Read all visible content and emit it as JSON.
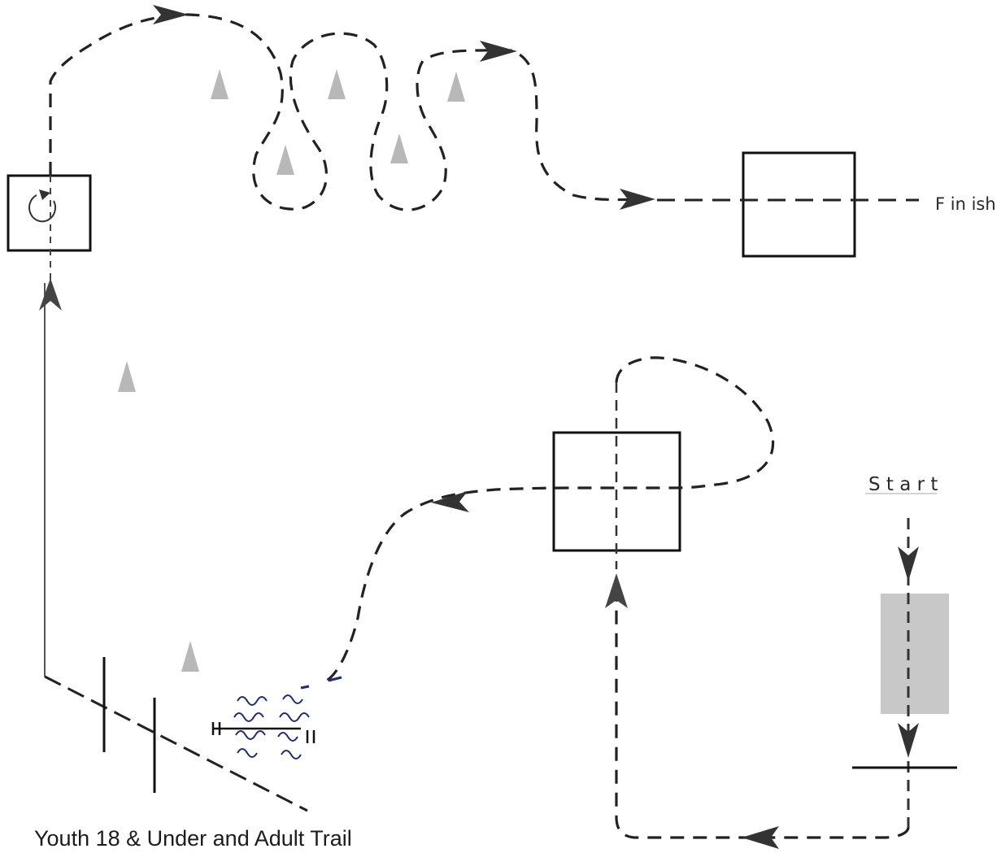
{
  "diagram": {
    "caption": "Youth 18 & Under and Adult Trail",
    "start_label": "S t a r t",
    "finish_label": "F in ish",
    "icons": {
      "cone": "cone-icon",
      "spin": "spin-arrow-icon",
      "arrow": "arrowhead-icon"
    },
    "colors": {
      "path": "#222222",
      "cone": "#b8b8b8",
      "gate_box": "#c8c8c8",
      "annotation": "#1e2a7a",
      "line": "#111111"
    }
  }
}
